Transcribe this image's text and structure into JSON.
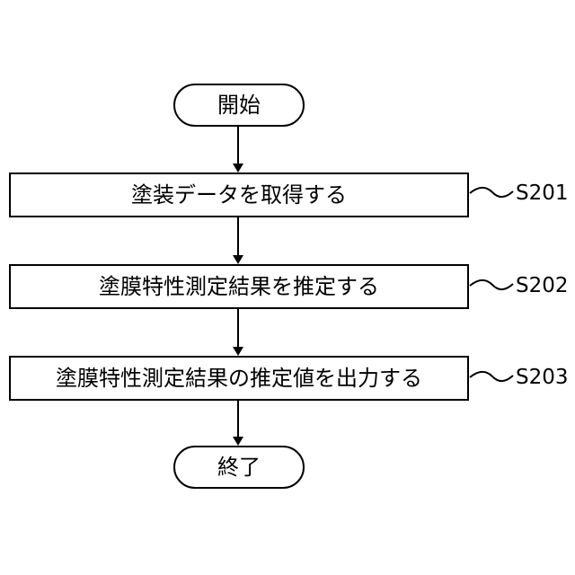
{
  "flowchart": {
    "start": {
      "label": "開始"
    },
    "steps": [
      {
        "label": "塗装データを取得する",
        "id": "S201"
      },
      {
        "label": "塗膜特性測定結果を推定する",
        "id": "S202"
      },
      {
        "label": "塗膜特性測定結果の推定値を出力する",
        "id": "S203"
      }
    ],
    "end": {
      "label": "終了"
    }
  }
}
